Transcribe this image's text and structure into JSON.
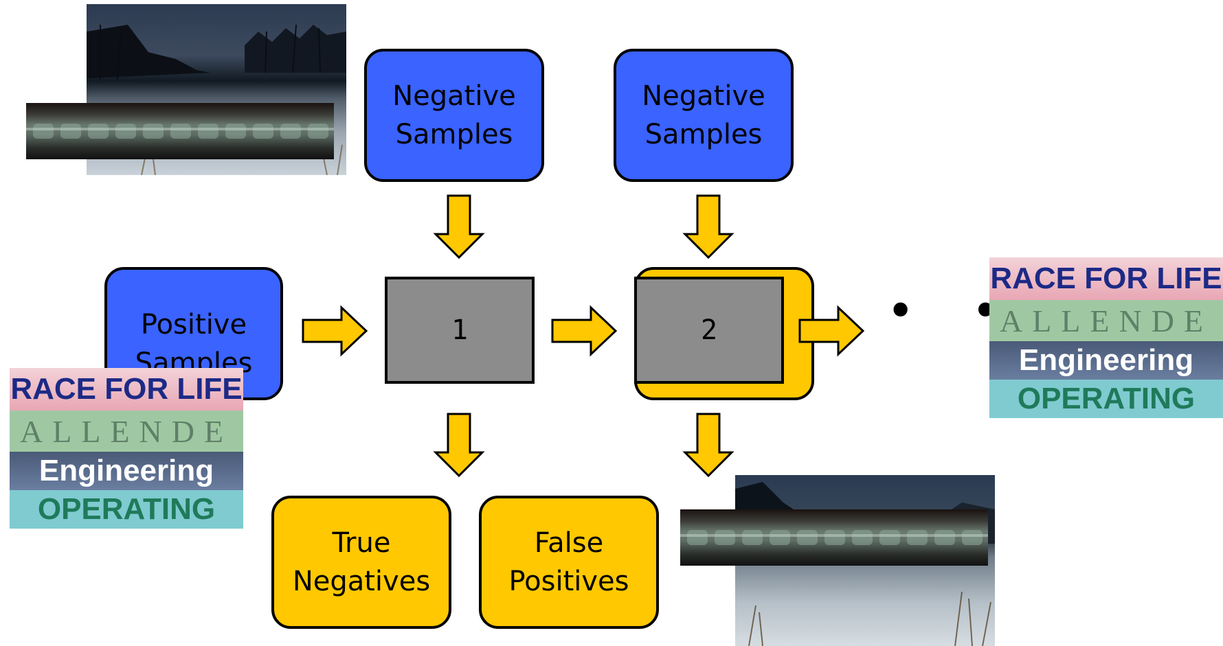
{
  "boxes": {
    "negative_1": "Negative\nSamples",
    "negative_2": "Negative\nSamples",
    "positive": "Positive\nSamples",
    "true_negatives": "True\nNegatives",
    "false_positives": "False\nPositives"
  },
  "stages": {
    "stage_1": "1",
    "stage_2": "2"
  },
  "ellipsis": "• •",
  "sign_images": {
    "rows": [
      {
        "text": "RACE FOR LIFE"
      },
      {
        "text": "ALLENDE"
      },
      {
        "text": "Engineering"
      },
      {
        "text": "OPERATING"
      }
    ]
  },
  "colors": {
    "box_blue": "#3a63ff",
    "box_yellow": "#ffc800",
    "stage_gray": "#8c8c8c",
    "arrow_yellow": "#ffc800"
  }
}
